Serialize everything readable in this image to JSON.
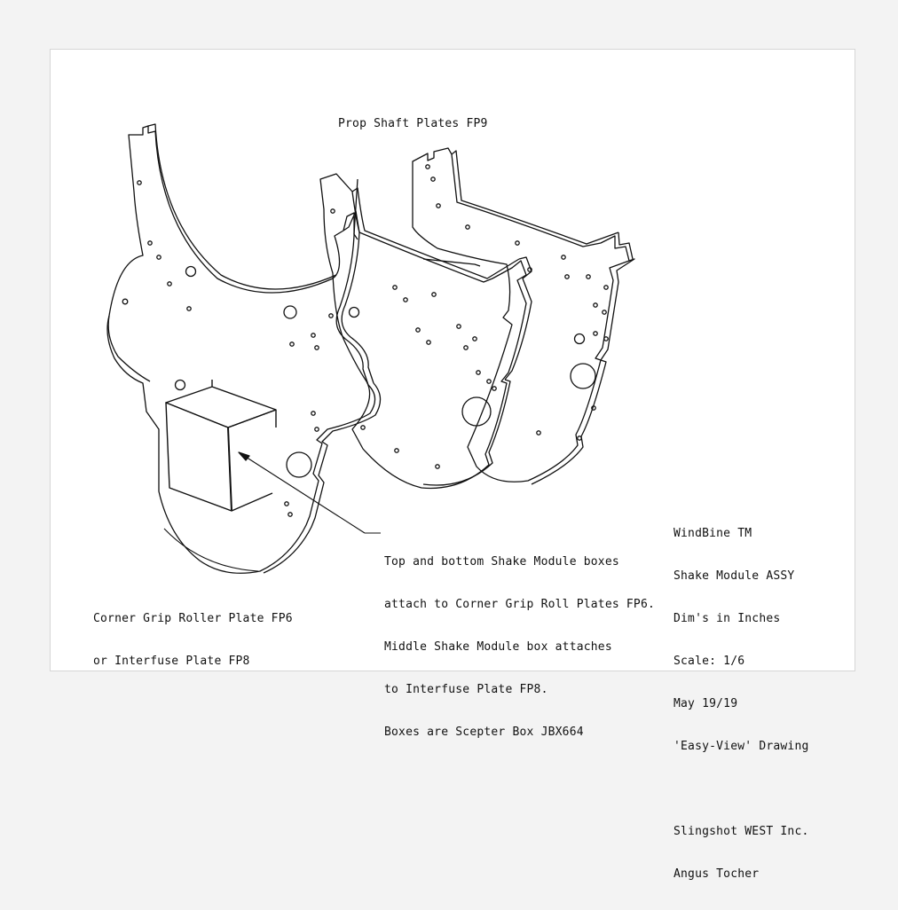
{
  "labels": {
    "prop_shaft": "Prop Shaft Plates FP9",
    "plate_line1": "Corner Grip Roller Plate FP6",
    "plate_line2": "or Interfuse Plate FP8"
  },
  "callout": {
    "lines": [
      "Top and bottom Shake Module boxes",
      "attach to Corner Grip Roll Plates FP6.",
      "Middle Shake Module box attaches",
      "to Interfuse Plate FP8.",
      "Boxes are Scepter Box JBX664"
    ]
  },
  "title_block": {
    "product": "WindBine TM",
    "assembly": "Shake Module ASSY",
    "units": "Dim's in Inches",
    "scale": "Scale: 1/6",
    "date": "May 19/19",
    "drawing_type": "'Easy-View' Drawing",
    "company": "Slingshot WEST Inc.",
    "author": "Angus Tocher"
  },
  "colors": {
    "line": "#111111",
    "paper": "#ffffff",
    "background": "#f3f3f3"
  }
}
